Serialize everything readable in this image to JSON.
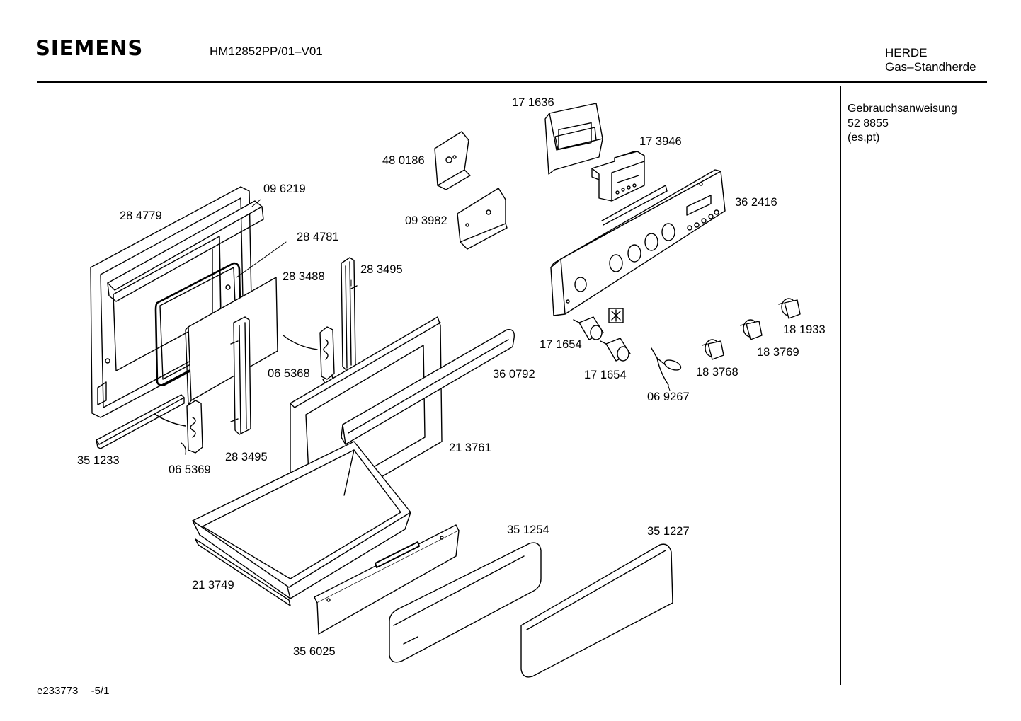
{
  "header": {
    "brand": "SIEMENS",
    "model": "HM12852PP/01–V01",
    "category_line1": "HERDE",
    "category_line2": "Gas–Standherde"
  },
  "sidebar": {
    "manual_title": "Gebrauchsanweisung",
    "manual_number": "52 8855",
    "manual_lang": "(es,pt)"
  },
  "footer": {
    "doc_id": "e233773",
    "sheet": "-5/1"
  },
  "parts": [
    {
      "label": "17 1636",
      "icon": "control-panel-frame-icon"
    },
    {
      "label": "17 3946",
      "icon": "clock-module-icon"
    },
    {
      "label": "48 0186",
      "icon": "bracket-icon"
    },
    {
      "label": "09 6219",
      "icon": "door-seal-icon"
    },
    {
      "label": "28 4779",
      "icon": "oven-frame-icon"
    },
    {
      "label": "09 3982",
      "icon": "bracket-icon"
    },
    {
      "label": "36 2416",
      "icon": "control-panel-icon"
    },
    {
      "label": "28 4781",
      "icon": "door-gasket-icon"
    },
    {
      "label": "28 3495",
      "icon": "door-guide-rail-icon"
    },
    {
      "label": "28 3488",
      "icon": "inner-glass-icon"
    },
    {
      "label": "18 1933",
      "icon": "control-knob-icon"
    },
    {
      "label": "17 1654",
      "icon": "switch-icon"
    },
    {
      "label": "18 3769",
      "icon": "control-knob-icon"
    },
    {
      "label": "17 1654",
      "icon": "switch-icon"
    },
    {
      "label": "06 5368",
      "icon": "door-hinge-icon"
    },
    {
      "label": "36 0792",
      "icon": "door-handle-icon"
    },
    {
      "label": "18 3768",
      "icon": "control-knob-icon"
    },
    {
      "label": "06 9267",
      "icon": "ignition-cable-icon"
    },
    {
      "label": "21 3761",
      "icon": "oven-door-icon"
    },
    {
      "label": "35 1233",
      "icon": "trim-strip-icon"
    },
    {
      "label": "06 5369",
      "icon": "door-hinge-icon"
    },
    {
      "label": "28 3495",
      "icon": "door-guide-rail-icon"
    },
    {
      "label": "35 1254",
      "icon": "plinth-cover-icon"
    },
    {
      "label": "35 1227",
      "icon": "plinth-cover-icon"
    },
    {
      "label": "21 3749",
      "icon": "storage-drawer-icon"
    },
    {
      "label": "35 6025",
      "icon": "drawer-front-icon"
    }
  ]
}
